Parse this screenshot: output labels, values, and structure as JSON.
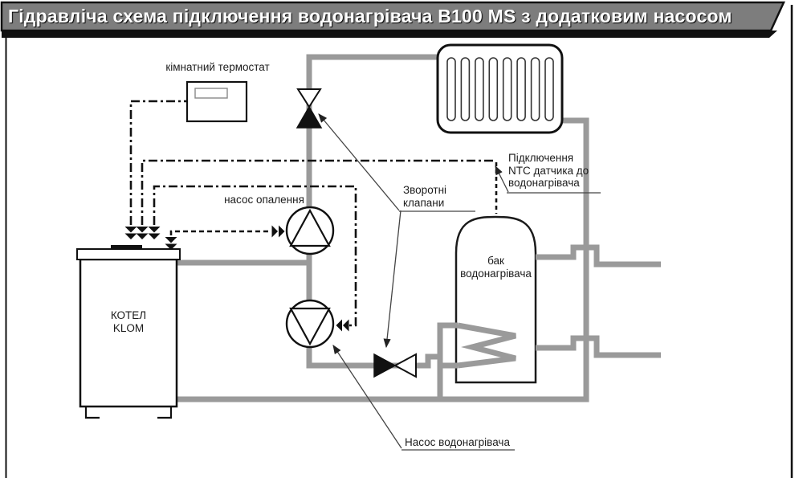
{
  "title": "Гідравліча схема підключення водонагрівача B100 MS з додатковим насосом",
  "labels": {
    "room_thermostat": "кімнатний термостат",
    "heating_pump": "насос опалення",
    "check_valves_line1": "Зворотні",
    "check_valves_line2": "клапани",
    "ntc_line1": "Підключення",
    "ntc_line2": "NTC датчика до",
    "ntc_line3": "водонагрівача",
    "tank_line1": "бак",
    "tank_line2": "водонагрівача",
    "boiler_line1": "КОТЕЛ",
    "boiler_line2": "KLOM",
    "dhw_pump": "Насос водонагрівача"
  },
  "colors": {
    "pipe_gray": "#9a9a9a",
    "line_black": "#1a1a1a",
    "title_bg": "#7d7d7d",
    "title_text": "#ffffff"
  },
  "icons": {
    "pump": "circle-with-triangle",
    "check_valve": "dual-triangle-bowtie",
    "radiator": "rounded-rect-with-slots",
    "control_cable": "dash-dot-line",
    "flow_arrow": "double-chevron",
    "heat_coil": "gray-zigzag"
  }
}
